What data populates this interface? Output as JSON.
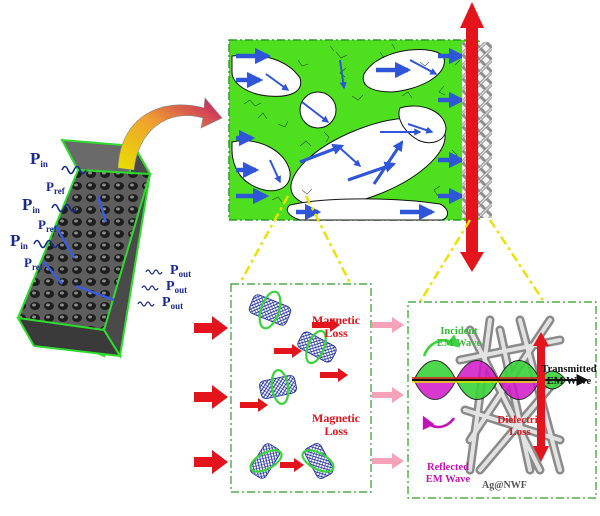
{
  "colors": {
    "foam_green": "#4ee01e",
    "panel_border": "#2f9c2a",
    "blue_arrow": "#2f56d8",
    "red_arrow": "#e3141b",
    "pink_arrow": "#f4a3b8",
    "dash_yellow": "#ece000",
    "wave_green": "#39d33a",
    "wave_magenta": "#d316c8",
    "incident_text": "#3bb83b",
    "reflected_text": "#c214b6",
    "loss_text": "#e3141b",
    "ink": "#1a2a8a"
  },
  "foam_labels": {
    "p_in": [
      "P",
      "in"
    ],
    "p_ref": [
      "P",
      "ref"
    ],
    "p_out": [
      "P",
      "out"
    ]
  },
  "mid_panel": {
    "magnetic_loss_1": "Magnetic Loss",
    "magnetic_loss_2": "Magnetic Loss"
  },
  "right_panel": {
    "incident": "Incident EM Wave",
    "transmitted": "Transmitted EM Wave",
    "dielectric": "Dielectric Loss",
    "reflected": "Reflected EM Wave",
    "material": "Ag@NWF"
  },
  "icons": [
    "foam-block-icon",
    "nanotube-icon",
    "nanowire-mesh-icon",
    "curved-arrow-icon"
  ]
}
